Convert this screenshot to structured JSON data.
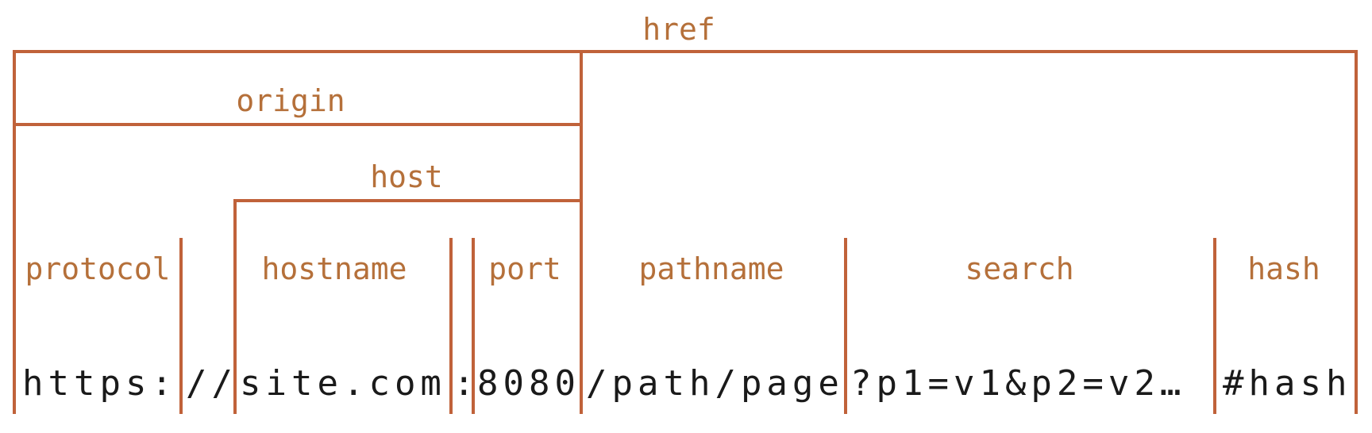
{
  "colors": {
    "line": "#c0623a",
    "label": "#b5703a",
    "url_text": "#1a1a1a"
  },
  "labels": {
    "href": "href",
    "origin": "origin",
    "host": "host",
    "protocol": "protocol",
    "hostname": "hostname",
    "port": "port",
    "pathname": "pathname",
    "search": "search",
    "hash": "hash"
  },
  "url": {
    "protocol": "https:",
    "slashes": "//",
    "hostname": "site.com",
    "colon": ":",
    "port": "8080",
    "pathname": "/path/page",
    "search": "?p1=v1&p2=v2…",
    "hash": "#hash"
  }
}
